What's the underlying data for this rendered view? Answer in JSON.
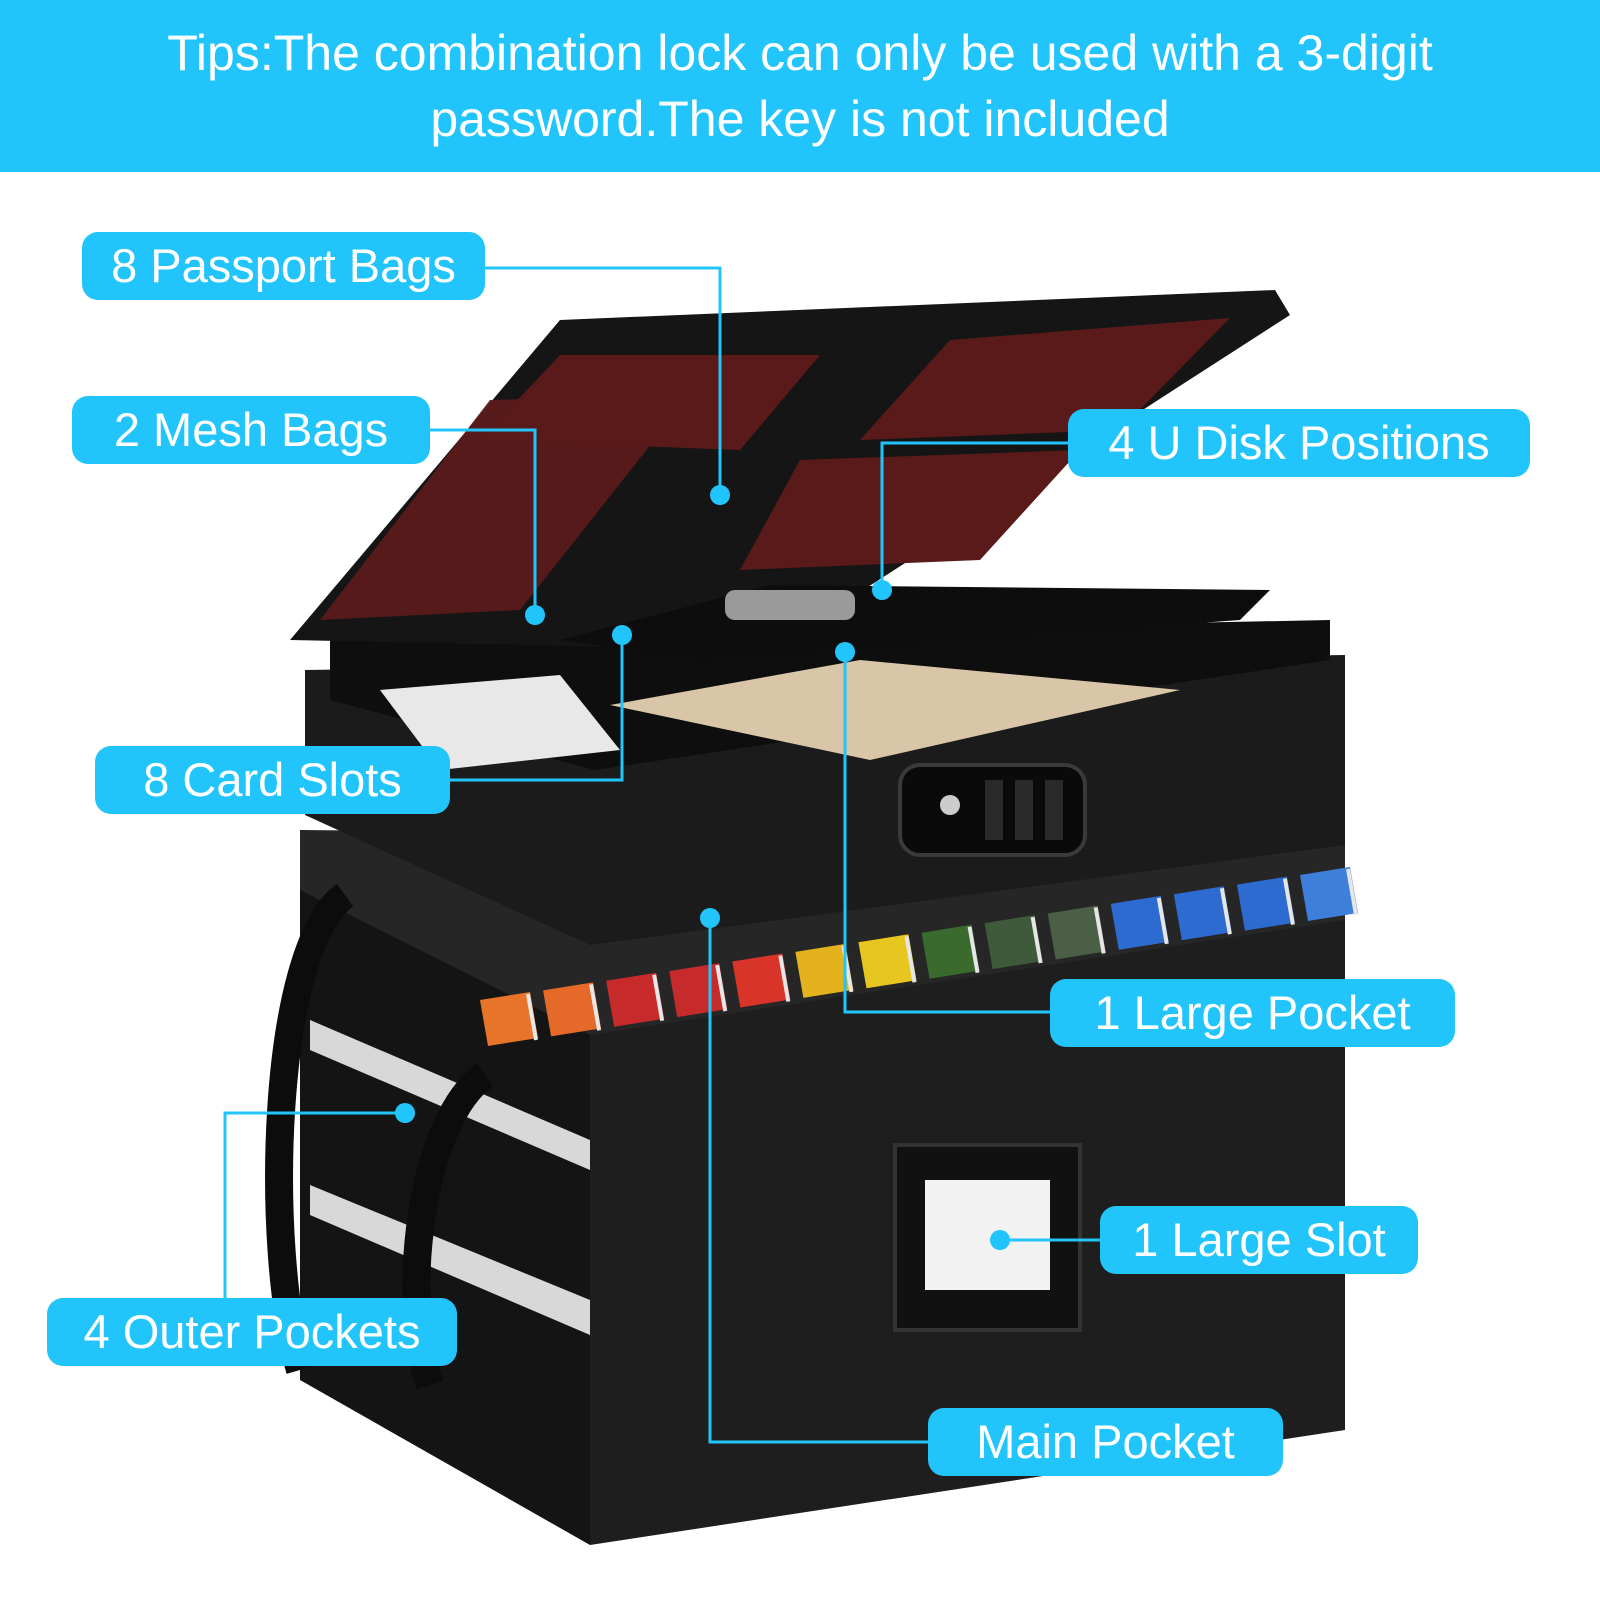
{
  "banner": {
    "line1": "Tips:The combination lock can only be used with a 3-digit",
    "line2": "password.The key is not included"
  },
  "callouts": {
    "passport_bags": "8 Passport Bags",
    "mesh_bags": "2 Mesh Bags",
    "u_disk_positions": "4 U Disk Positions",
    "card_slots": "8 Card Slots",
    "large_pocket": "1 Large Pocket",
    "large_slot": "1 Large Slot",
    "outer_pockets": "4 Outer Pockets",
    "main_pocket": "Main Pocket"
  },
  "colors": {
    "accent": "#22c5fb",
    "bag_body": "#1c1c1c",
    "mesh": "#5a1a1a"
  },
  "folder_tab_colors": [
    "#e8742a",
    "#e56a2a",
    "#c62a2a",
    "#c62a2a",
    "#d9342a",
    "#e3b21c",
    "#e8c620",
    "#3a6a2e",
    "#3f5a3a",
    "#4a5f45",
    "#2e6bd0",
    "#2e6bd0",
    "#2e6bd0",
    "#3f7fdc"
  ]
}
